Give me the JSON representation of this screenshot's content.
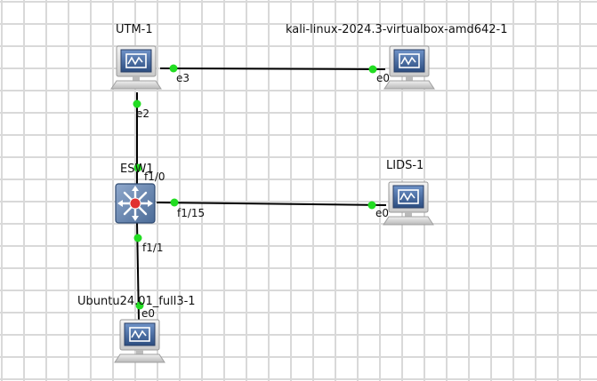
{
  "nodes": {
    "utm": {
      "label": "UTM-1",
      "icon": "computer-icon"
    },
    "kali": {
      "label": "kali-linux-2024.3-virtualbox-amd642-1",
      "icon": "computer-icon"
    },
    "switch": {
      "label": "ESW1",
      "icon": "switch-icon"
    },
    "lids": {
      "label": "LIDS-1",
      "icon": "computer-icon"
    },
    "ubuntu": {
      "label": "Ubuntu24.01_full3-1",
      "icon": "computer-icon"
    }
  },
  "ports": {
    "utm_e3": "e3",
    "kali_e0": "e0",
    "utm_e2": "e2",
    "esw_f1_0": "f1/0",
    "esw_f1_15": "f1/15",
    "lids_e0": "e0",
    "esw_f1_1": "f1/1",
    "ubuntu_e0": "e0"
  },
  "colors": {
    "link": "#000000",
    "port_dot": "#22dd22",
    "screen": "#3a5f9a",
    "switch_body": "#5c7fae",
    "switch_center": "#e03030"
  }
}
